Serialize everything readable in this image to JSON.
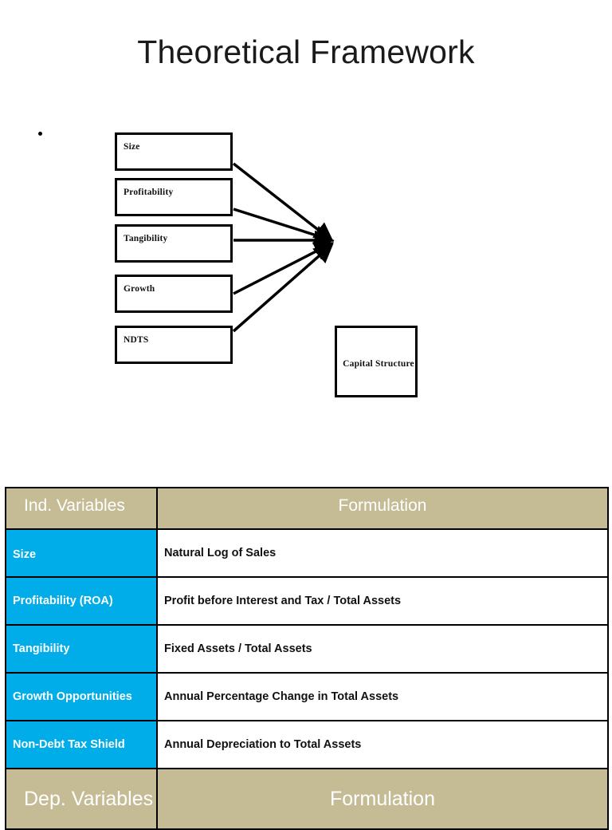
{
  "slide": {
    "title": "Theoretical Framework",
    "bullet_marker": "bullet-dot"
  },
  "diagram": {
    "independent_boxes": [
      {
        "label": "Size"
      },
      {
        "label": "Profitability"
      },
      {
        "label": "Tangibility"
      },
      {
        "label": "Growth"
      },
      {
        "label": "NDTS"
      }
    ],
    "dependent_box": {
      "label": "Capital Structure"
    },
    "arrow_count": 5,
    "colors": {
      "box_border": "#000000",
      "box_fill": "#ffffff",
      "arrow": "#000000"
    }
  },
  "table": {
    "colors": {
      "header_tan": "#c5bc96",
      "variable_blue": "#00ade9",
      "cell_white": "#ffffff",
      "border_black": "#000000",
      "header_text": "#ffffff"
    },
    "independent_header": {
      "variables": "Ind. Variables",
      "formulation": "Formulation"
    },
    "rows": [
      {
        "variable": "Size",
        "formulation": "Natural Log of Sales"
      },
      {
        "variable": "Profitability (ROA)",
        "formulation": "Profit before Interest and Tax / Total Assets"
      },
      {
        "variable": "Tangibility",
        "formulation": "Fixed Assets / Total Assets"
      },
      {
        "variable": "Growth Opportunities",
        "formulation": "Annual Percentage Change in Total Assets"
      },
      {
        "variable": "Non-Debt Tax Shield",
        "formulation": "Annual Depreciation to Total Assets"
      }
    ],
    "dependent_header": {
      "variables": "Dep. Variables",
      "formulation": "Formulation"
    }
  }
}
